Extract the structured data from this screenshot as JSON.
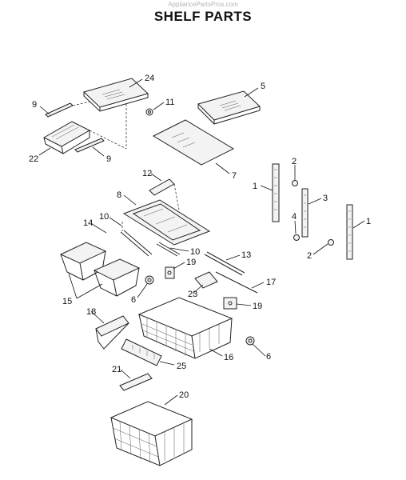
{
  "watermark": "AppliancePartsPros.com",
  "title": "SHELF PARTS",
  "callouts": [
    "24",
    "9",
    "11",
    "5",
    "22",
    "9",
    "7",
    "2",
    "12",
    "1",
    "8",
    "3",
    "10",
    "14",
    "4",
    "1",
    "10",
    "2",
    "13",
    "17",
    "15",
    "19",
    "6",
    "23",
    "19",
    "18",
    "16",
    "6",
    "25",
    "21",
    "20"
  ]
}
